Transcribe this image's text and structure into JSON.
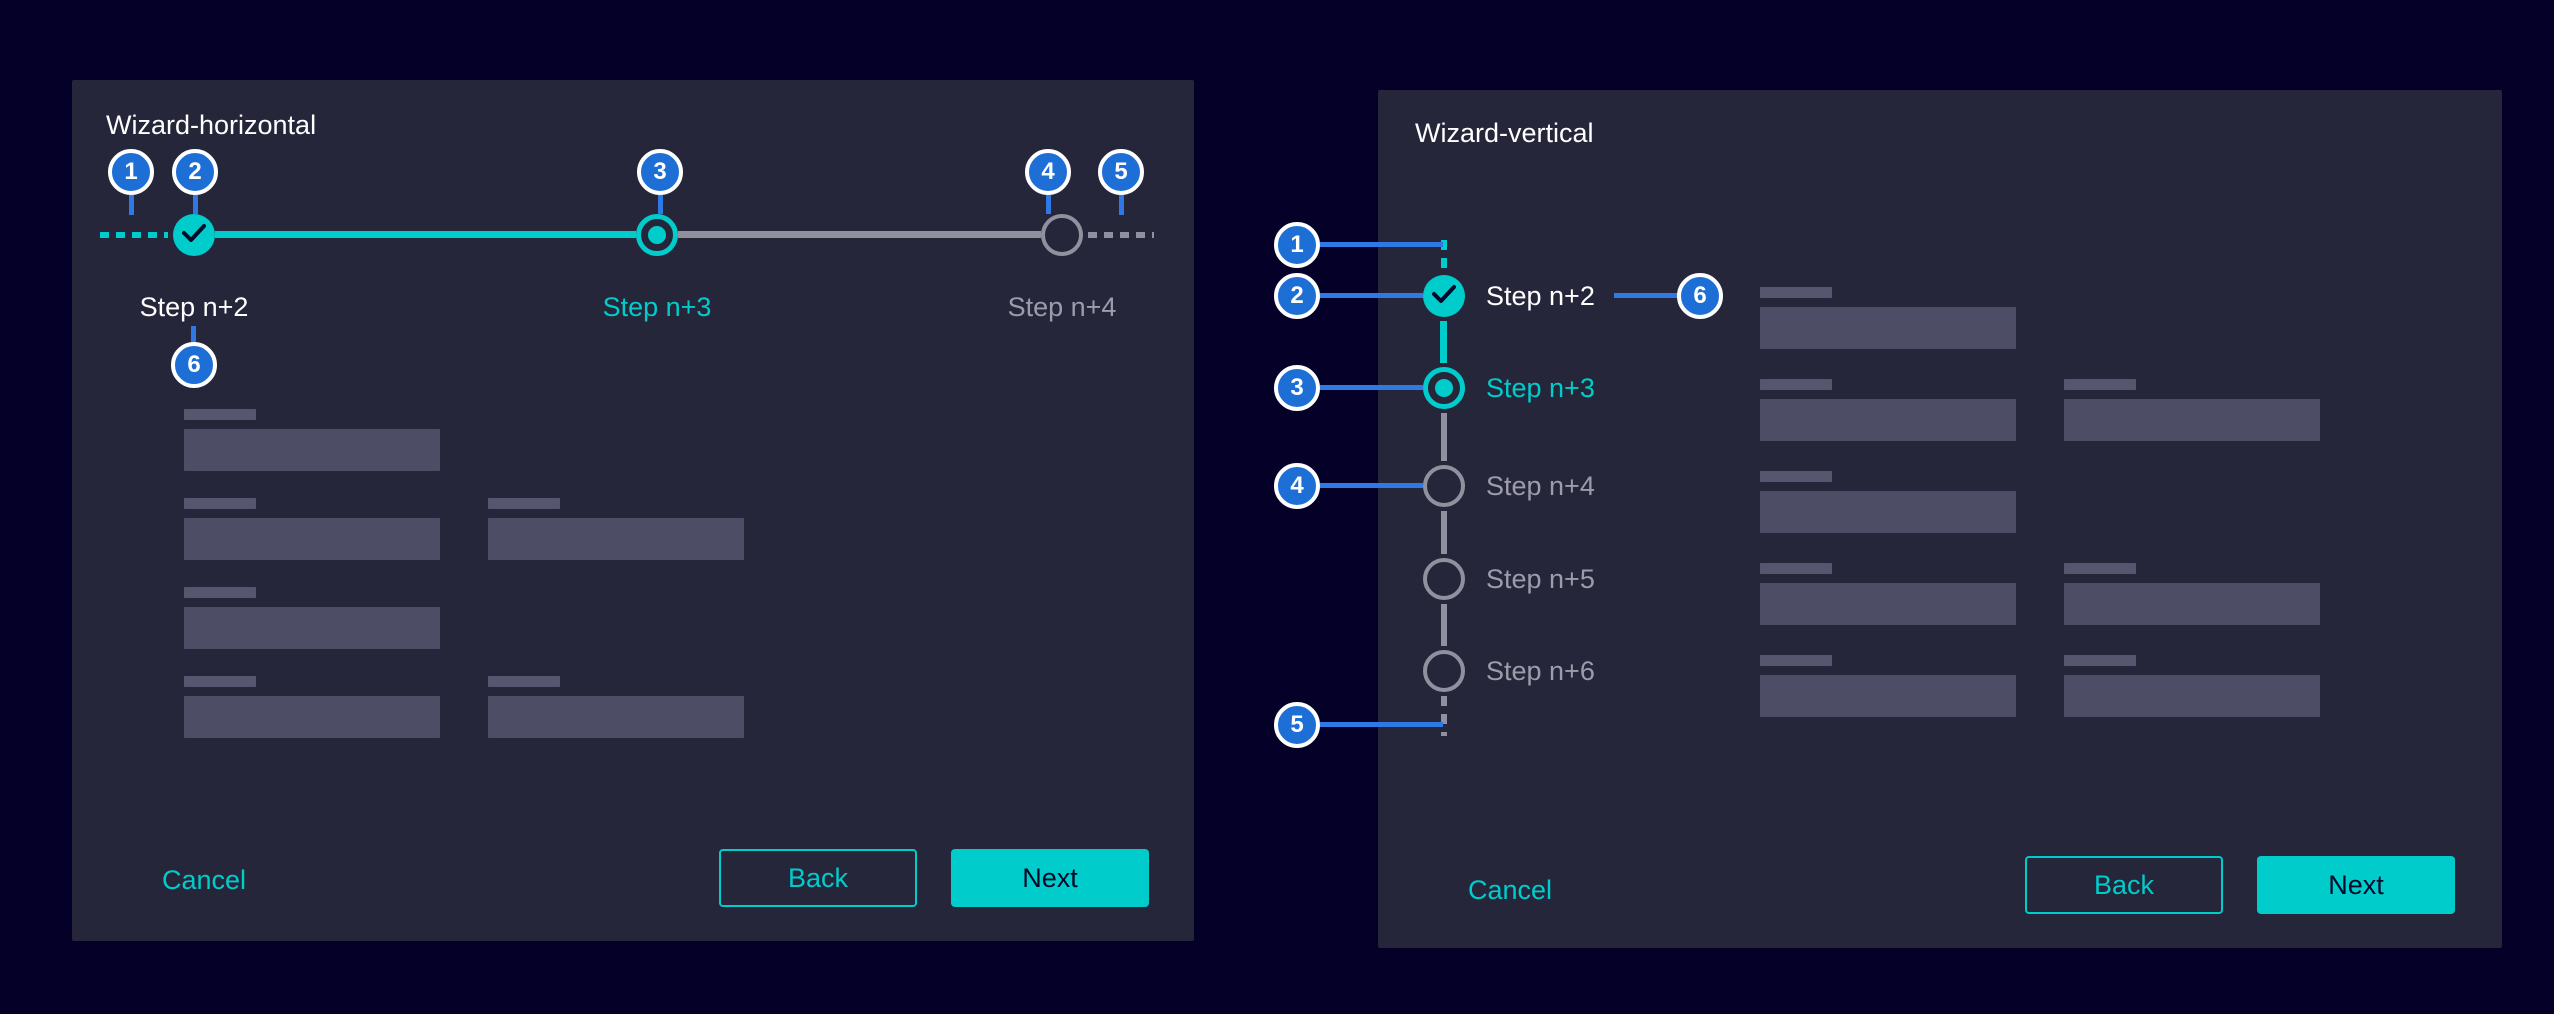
{
  "colors": {
    "page_bg": "#040028",
    "panel_bg": "#26263a",
    "accent_teal": "#00cccc",
    "annotation_blue": "#1d6fd6",
    "annotation_line_blue": "#2f79e6",
    "inactive_gray": "#90909f",
    "inactive_text": "#9c9cab",
    "skeleton_label": "#56566f",
    "skeleton_bar": "#4d4d66",
    "text_white": "#ffffff",
    "button_text_dark": "#000a28"
  },
  "icons": {
    "completed": "check-icon",
    "current": "dot-icon",
    "upcoming": "circle-icon"
  },
  "panels": [
    {
      "title": "Wizard-horizontal",
      "orientation": "horizontal",
      "badges": [
        "1",
        "2",
        "3",
        "4",
        "5",
        "6"
      ],
      "steps": [
        {
          "label": "Step n+2",
          "state": "completed"
        },
        {
          "label": "Step n+3",
          "state": "current"
        },
        {
          "label": "Step n+4",
          "state": "upcoming"
        }
      ],
      "footer": {
        "cancel_label": "Cancel",
        "back_label": "Back",
        "next_label": "Next"
      }
    },
    {
      "title": "Wizard-vertical",
      "orientation": "vertical",
      "badges": [
        "1",
        "2",
        "3",
        "4",
        "5",
        "6"
      ],
      "steps": [
        {
          "label": "Step n+2",
          "state": "completed"
        },
        {
          "label": "Step n+3",
          "state": "current"
        },
        {
          "label": "Step n+4",
          "state": "upcoming"
        },
        {
          "label": "Step n+5",
          "state": "upcoming"
        },
        {
          "label": "Step n+6",
          "state": "upcoming"
        }
      ],
      "footer": {
        "cancel_label": "Cancel",
        "back_label": "Back",
        "next_label": "Next"
      }
    }
  ]
}
